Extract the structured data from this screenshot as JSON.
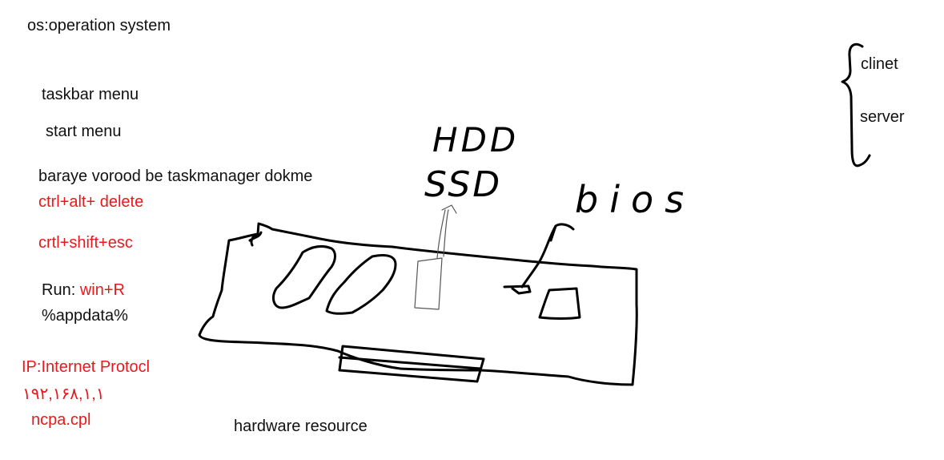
{
  "notes": {
    "os": "os:operation system",
    "taskbar": "taskbar menu",
    "start": "start menu",
    "taskmanager": "baraye vorood be taskmanager dokme",
    "ctrl_alt_delete": "ctrl+alt+ delete",
    "ctrl_shift_esc": "crtl+shift+esc",
    "run_label": "Run: ",
    "run_keys": "win+R",
    "appdata": "%appdata%",
    "ip": "IP:Internet Protocl",
    "ip_address": "۱۹۲,۱۶۸,۱,۱",
    "ncpa": "ncpa.cpl",
    "hardware": "hardware resource",
    "client": "clinet",
    "server": "server"
  },
  "handwriting": {
    "hdd": "HDD",
    "ssd": "SSD",
    "bios": "bios"
  },
  "colors": {
    "text": "#111111",
    "accent": "#e8191c",
    "ink": "#000000",
    "background": "#ffffff"
  }
}
